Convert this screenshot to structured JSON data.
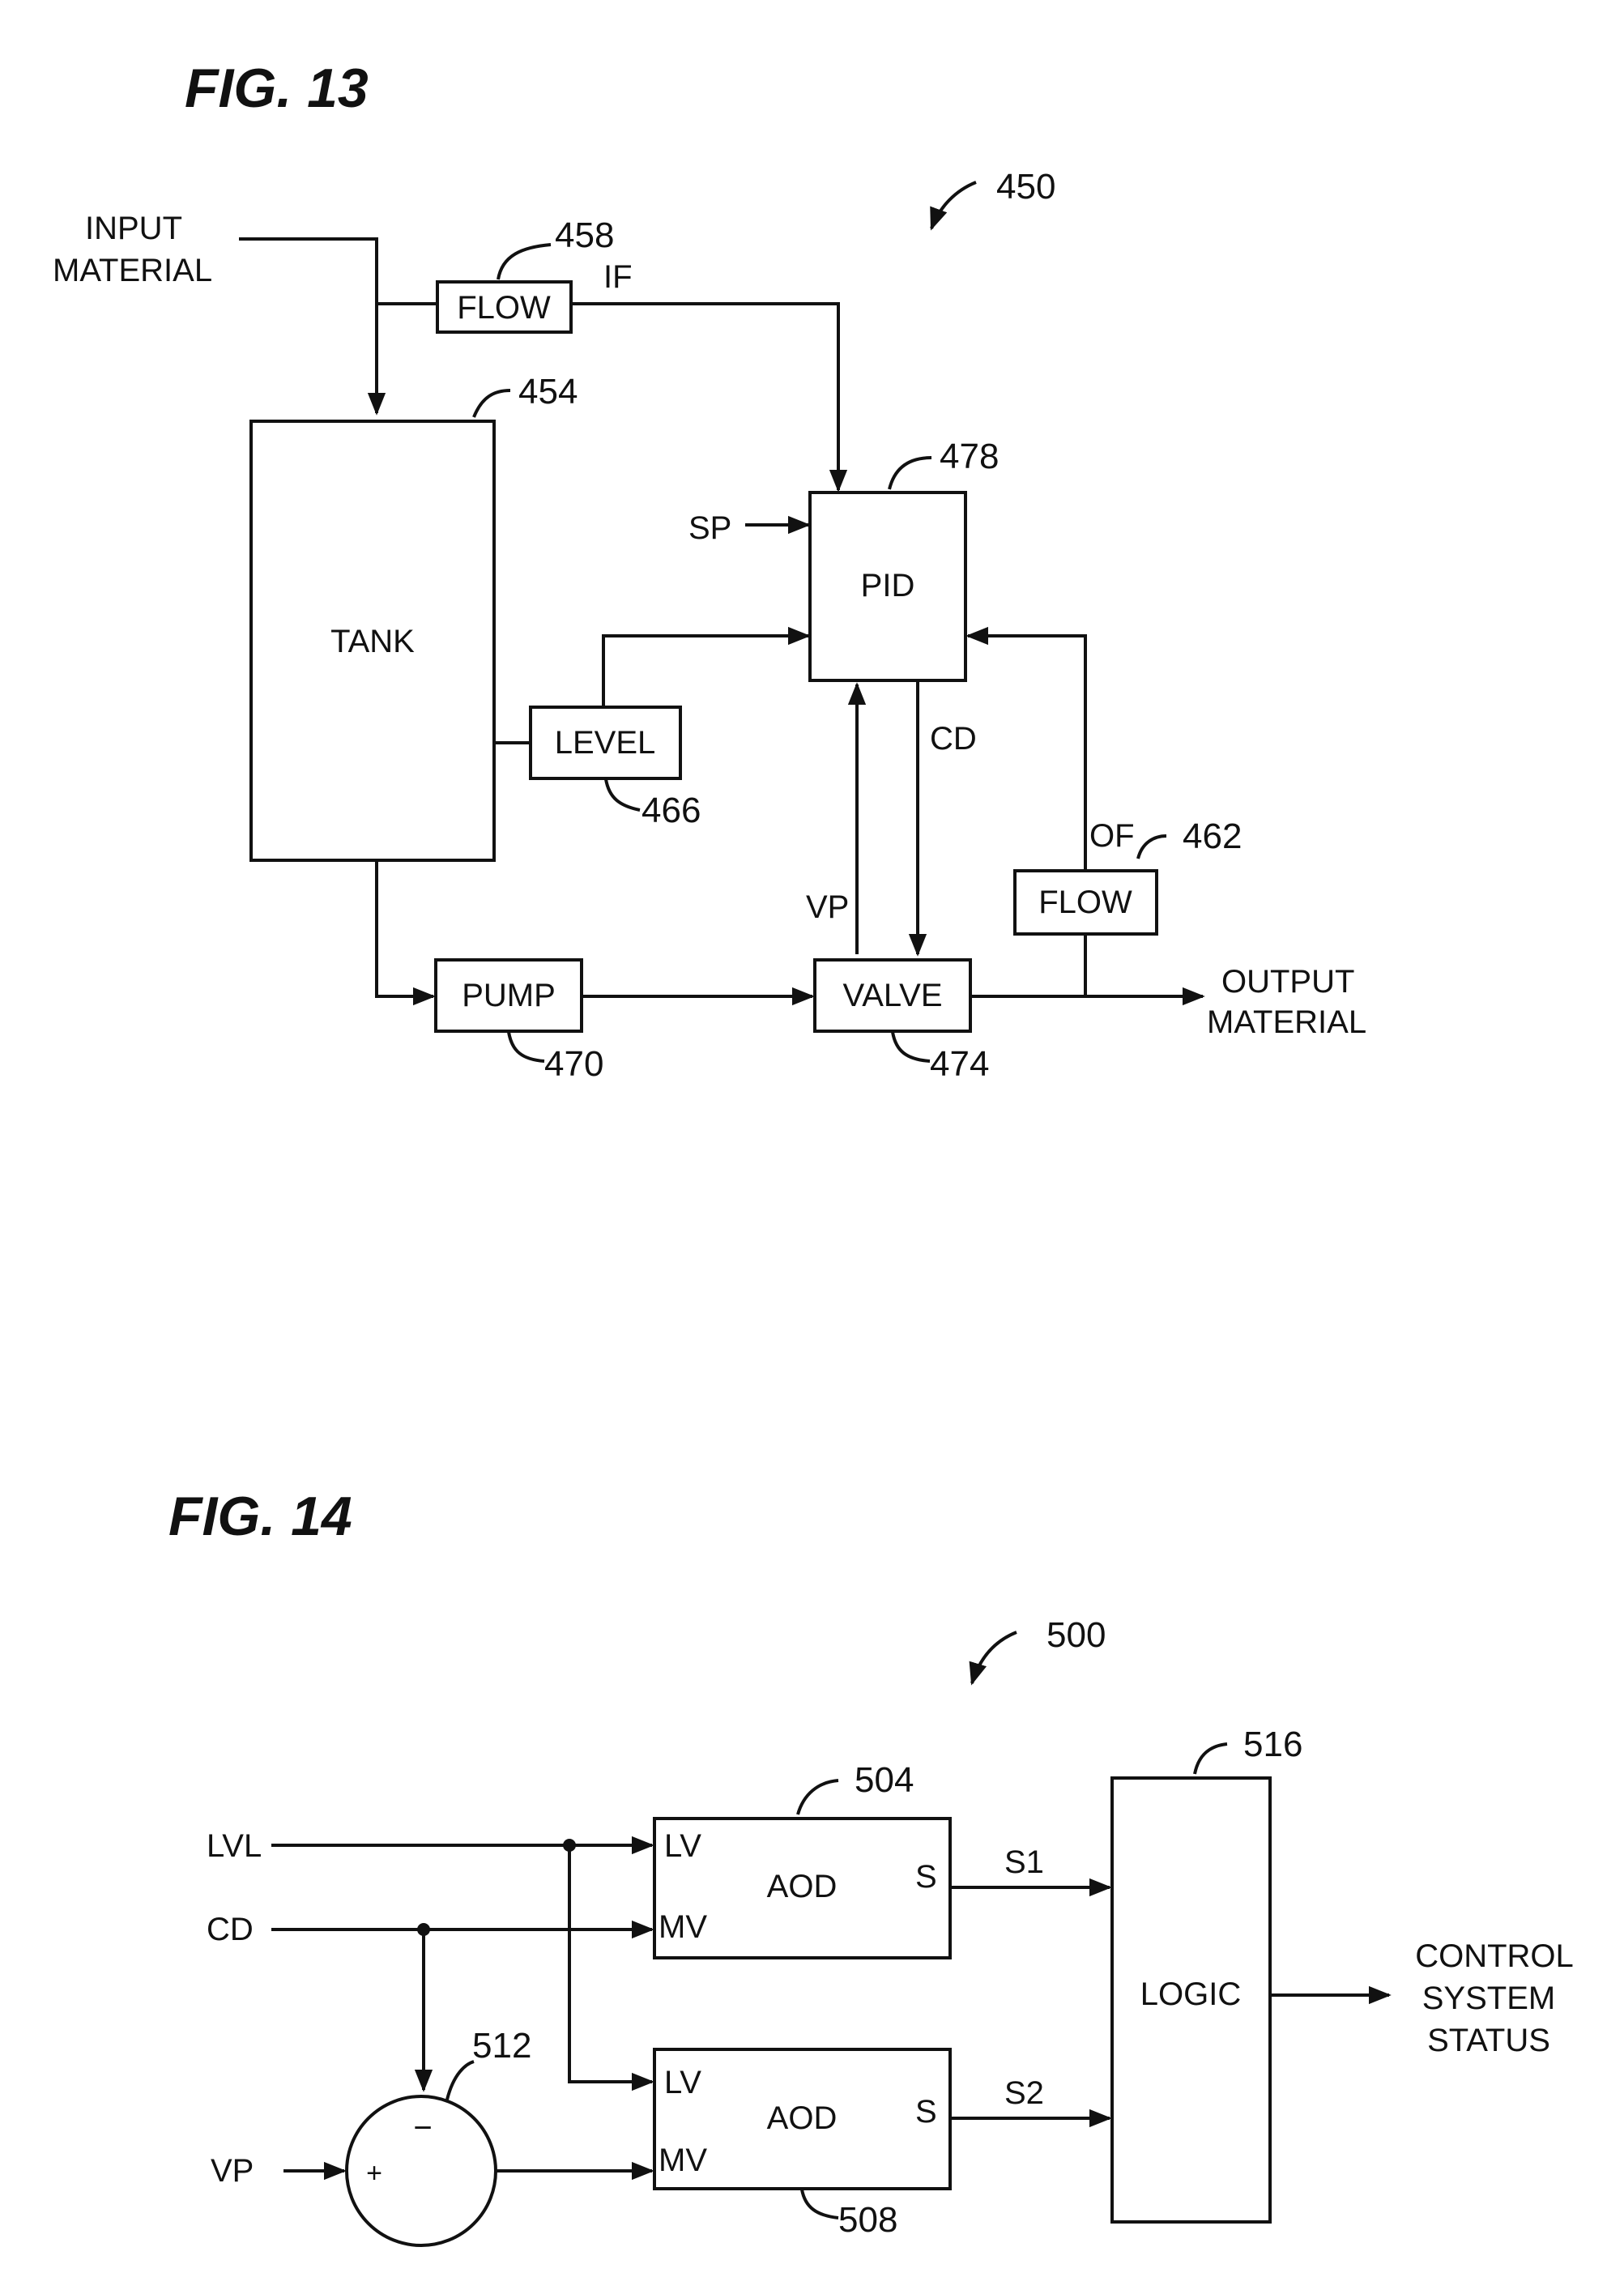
{
  "fig13": {
    "title": "FIG. 13",
    "ref_450": "450",
    "input_material": [
      "INPUT",
      "MATERIAL"
    ],
    "flow_in": {
      "label": "FLOW",
      "ref": "458",
      "signal": "IF"
    },
    "tank": {
      "label": "TANK",
      "ref": "454"
    },
    "pid": {
      "label": "PID",
      "ref": "478",
      "setpoint": "SP"
    },
    "level": {
      "label": "LEVEL",
      "ref": "466"
    },
    "cd": "CD",
    "vp": "VP",
    "flow_out": {
      "label": "FLOW",
      "ref": "462",
      "signal": "OF"
    },
    "pump": {
      "label": "PUMP",
      "ref": "470"
    },
    "valve": {
      "label": "VALVE",
      "ref": "474"
    },
    "output_material": [
      "OUTPUT",
      "MATERIAL"
    ]
  },
  "fig14": {
    "title": "FIG. 14",
    "ref_500": "500",
    "inputs": {
      "lvl": "LVL",
      "cd": "CD",
      "vp": "VP"
    },
    "aod1": {
      "label": "AOD",
      "ref": "504",
      "lv": "LV",
      "mv": "MV",
      "s": "S"
    },
    "aod2": {
      "label": "AOD",
      "ref": "508",
      "lv": "LV",
      "mv": "MV",
      "s": "S"
    },
    "s1": "S1",
    "s2": "S2",
    "summer": {
      "ref": "512",
      "minus": "−",
      "plus": "+"
    },
    "logic": {
      "label": "LOGIC",
      "ref": "516"
    },
    "output": [
      "CONTROL",
      "SYSTEM",
      "STATUS"
    ]
  }
}
